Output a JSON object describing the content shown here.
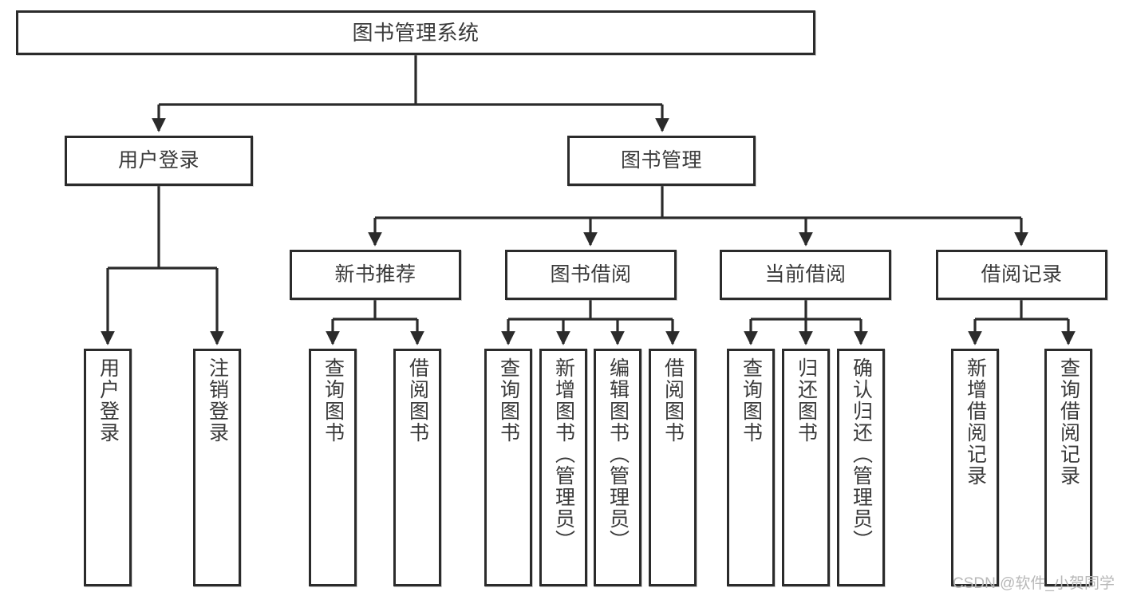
{
  "diagram": {
    "title": "图书管理系统",
    "type": "tree-hierarchy",
    "watermark": "CSDN @软件_小贺同学",
    "colors": {
      "stroke": "#2b2b2b",
      "text": "#3a3a3a",
      "background": "#ffffff",
      "watermark": "#b8b8b8"
    },
    "nodes": {
      "root": {
        "label": "图书管理系统"
      },
      "level2": [
        {
          "id": "user-login",
          "label": "用户登录"
        },
        {
          "id": "book-manage",
          "label": "图书管理"
        }
      ],
      "level3": [
        {
          "id": "new-book-recommend",
          "label": "新书推荐"
        },
        {
          "id": "book-borrow",
          "label": "图书借阅"
        },
        {
          "id": "current-borrow",
          "label": "当前借阅"
        },
        {
          "id": "borrow-record",
          "label": "借阅记录"
        }
      ],
      "leaves": {
        "user_login": [
          {
            "id": "leaf-user-login",
            "label": "用户登录"
          },
          {
            "id": "leaf-logout",
            "label": "注销登录"
          }
        ],
        "new_book_recommend": [
          {
            "id": "leaf-query-book-1",
            "label": "查询图书"
          },
          {
            "id": "leaf-borrow-book-1",
            "label": "借阅图书"
          }
        ],
        "book_borrow": [
          {
            "id": "leaf-query-book-2",
            "label": "查询图书"
          },
          {
            "id": "leaf-add-book",
            "label": "新增图书（管理员）"
          },
          {
            "id": "leaf-edit-book",
            "label": "编辑图书（管理员）"
          },
          {
            "id": "leaf-borrow-book-2",
            "label": "借阅图书"
          }
        ],
        "current_borrow": [
          {
            "id": "leaf-query-book-3",
            "label": "查询图书"
          },
          {
            "id": "leaf-return-book",
            "label": "归还图书"
          },
          {
            "id": "leaf-confirm-return",
            "label": "确认归还（管理员）"
          }
        ],
        "borrow_record": [
          {
            "id": "leaf-add-record",
            "label": "新增借阅记录"
          },
          {
            "id": "leaf-query-record",
            "label": "查询借阅记录"
          }
        ]
      }
    }
  }
}
